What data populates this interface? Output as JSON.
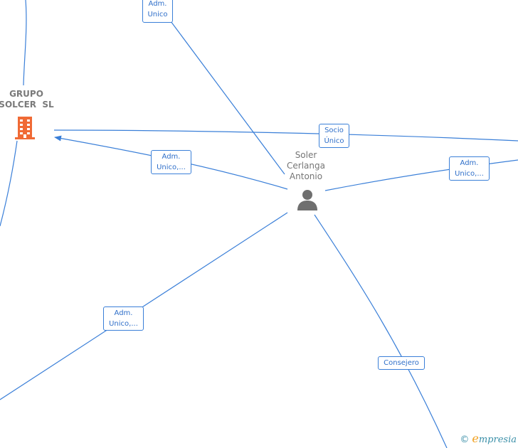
{
  "nodes": {
    "company": {
      "line1": "GRUPO",
      "line2": "SOLCER  SL",
      "icon": "building-icon",
      "color": "#f06a35"
    },
    "person": {
      "line1": "Soler",
      "line2": "Cerlanga",
      "line3": "Antonio",
      "icon": "person-icon",
      "color": "#6f6f6f"
    }
  },
  "edge_labels": {
    "top": [
      "Adm.",
      "Unico"
    ],
    "socio": [
      "Socio",
      "Único"
    ],
    "left": [
      "Adm.",
      "Unico,..."
    ],
    "right": [
      "Adm.",
      "Unico,..."
    ],
    "bottom_left": [
      "Adm.",
      "Unico,..."
    ],
    "consejero": [
      "Consejero"
    ]
  },
  "footer": {
    "copyright": "©",
    "brand_first": "e",
    "brand_rest": "mpresia"
  },
  "colors": {
    "edge": "#3a7fd8",
    "label_text": "#2f6fc9"
  }
}
